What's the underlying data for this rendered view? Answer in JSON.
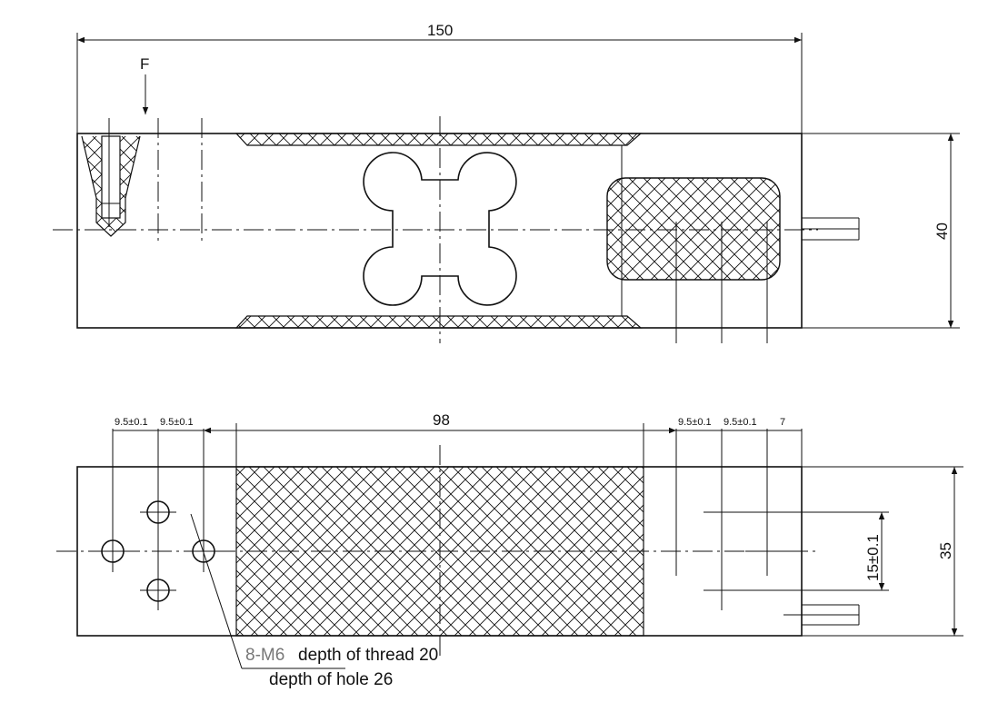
{
  "dimensions": {
    "overall_length": "150",
    "force": "F",
    "height": "40",
    "inner_length": "98",
    "width": "35",
    "hole_spacing": "15±0.1",
    "pitch_1": "9.5±0.1",
    "pitch_2": "9.5±0.1",
    "pitch_3": "9.5±0.1",
    "pitch_4": "9.5±0.1",
    "edge_offset": "7"
  },
  "note": {
    "thread_spec": "8-M6",
    "thread_depth": "depth of thread 20",
    "hole_depth": "depth of hole 26"
  }
}
